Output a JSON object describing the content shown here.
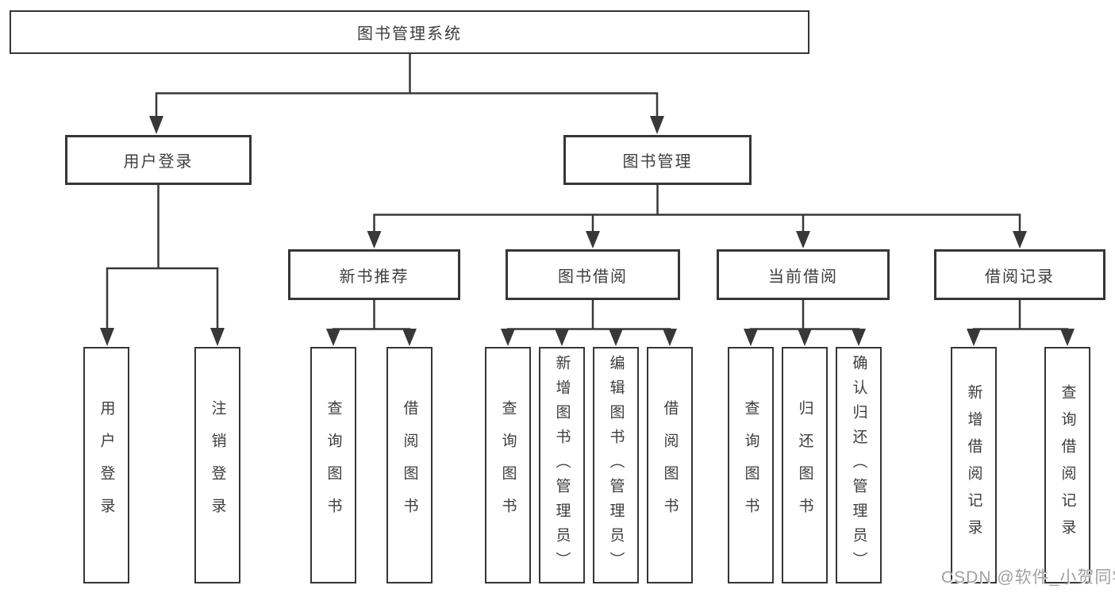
{
  "diagram": {
    "root": {
      "label": "图书管理系统"
    },
    "level2": [
      {
        "label": "用户登录"
      },
      {
        "label": "图书管理"
      }
    ],
    "level3": [
      {
        "label": "新书推荐"
      },
      {
        "label": "图书借阅"
      },
      {
        "label": "当前借阅"
      },
      {
        "label": "借阅记录"
      }
    ],
    "leaves": [
      {
        "label": "用户登录",
        "parent": "用户登录"
      },
      {
        "label": "注销登录",
        "parent": "用户登录"
      },
      {
        "label": "查询图书",
        "parent": "新书推荐"
      },
      {
        "label": "借阅图书",
        "parent": "新书推荐"
      },
      {
        "label": "查询图书",
        "parent": "图书借阅"
      },
      {
        "label": "新增图书（管理员）",
        "parent": "图书借阅"
      },
      {
        "label": "编辑图书（管理员）",
        "parent": "图书借阅"
      },
      {
        "label": "借阅图书",
        "parent": "图书借阅"
      },
      {
        "label": "查询图书",
        "parent": "当前借阅"
      },
      {
        "label": "归还图书",
        "parent": "当前借阅"
      },
      {
        "label": "确认归还（管理员）",
        "parent": "当前借阅"
      },
      {
        "label": "新增借阅记录",
        "parent": "借阅记录"
      },
      {
        "label": "查询借阅记录",
        "parent": "借阅记录"
      }
    ],
    "watermark": "CSDN @软件_小贺同学",
    "colors": {
      "line": "#383838",
      "border": "#363636",
      "text": "#3d3d3d",
      "watermark": "#a0a0a0",
      "background": "#ffffff"
    }
  }
}
